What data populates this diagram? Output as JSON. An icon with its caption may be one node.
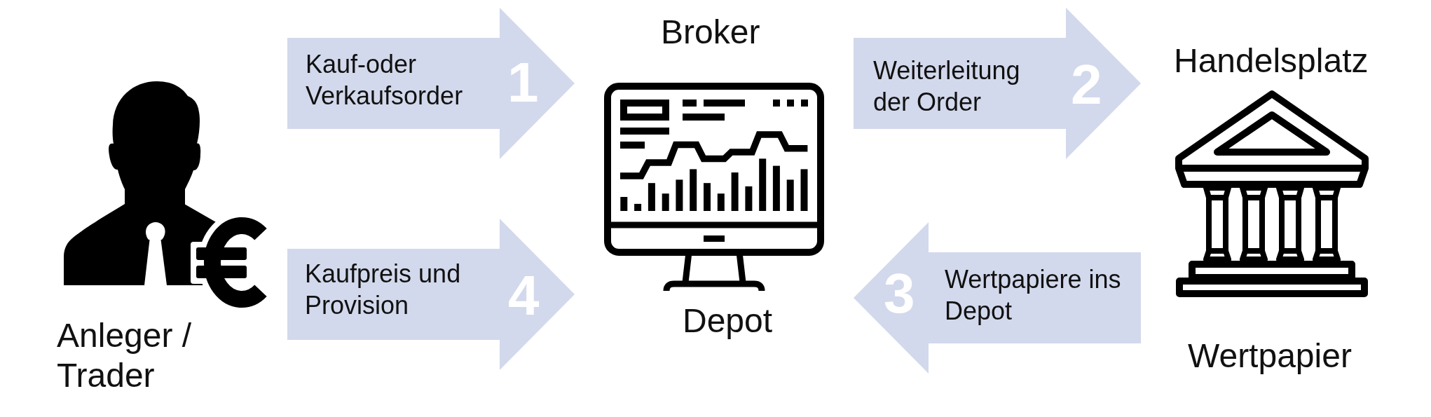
{
  "diagram": {
    "nodes": [
      {
        "text": [
          "Anleger / Trader"
        ]
      },
      {
        "text": [
          "Broker",
          "Depot"
        ]
      },
      {
        "text": [
          "Handelsplatz",
          "Wertpapier"
        ]
      }
    ],
    "edges": [
      {
        "from": 0,
        "to": 1,
        "arrow": "to",
        "label": "Kauf-oder Verkaufsorder"
      },
      {
        "from": 1,
        "to": 2,
        "arrow": "to",
        "label": "Weiterleitung der Order"
      },
      {
        "from": 2,
        "to": 1,
        "arrow": "to",
        "label": "Wertpapiere ins Depot"
      },
      {
        "from": 0,
        "to": 1,
        "arrow": "to",
        "label": "Kaufpreis und Provision"
      }
    ],
    "labels": [
      "1",
      "2",
      "3",
      "4"
    ]
  }
}
